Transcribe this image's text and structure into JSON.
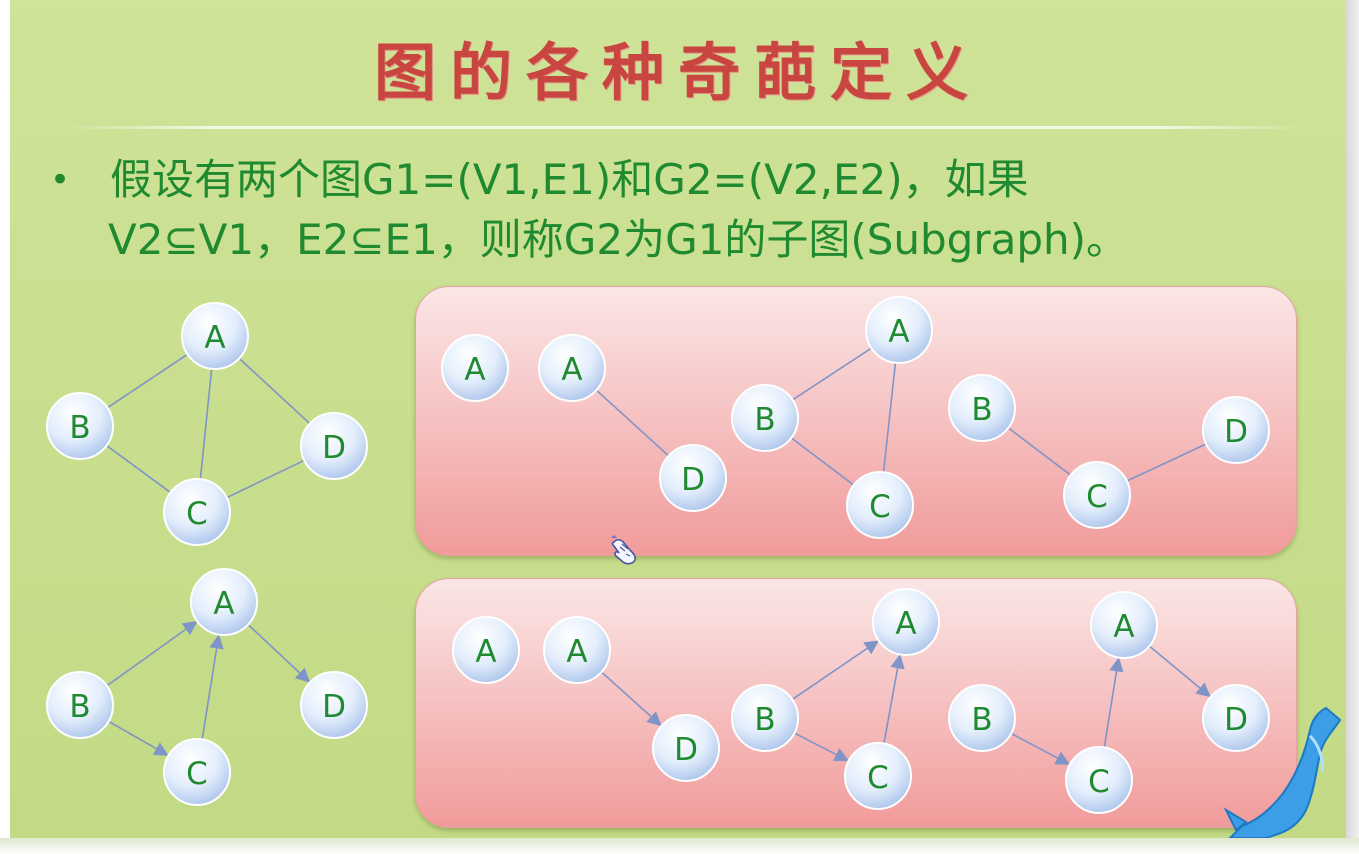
{
  "slide": {
    "title": "图的各种奇葩定义",
    "bullet_line1": "假设有两个图G1=(V1,E1)和G2=(V2,E2)，如果",
    "bullet_line2": "V2⊆V1，E2⊆E1，则称G2为G1的子图(Subgraph)。",
    "bullet_marker": "•"
  },
  "colors": {
    "title": "#c8463f",
    "body_text": "#1f8a2f",
    "slide_background": "#c9df8f",
    "panel": "#f4b2b2",
    "node_fill": "#dce9fb",
    "edge": "#7f94c7"
  },
  "node_labels": {
    "A": "A",
    "B": "B",
    "C": "C",
    "D": "D"
  },
  "undirected_graph": {
    "directed": false,
    "nodes": [
      "A",
      "B",
      "C",
      "D"
    ],
    "edges": [
      [
        "A",
        "B"
      ],
      [
        "A",
        "C"
      ],
      [
        "A",
        "D"
      ],
      [
        "B",
        "C"
      ],
      [
        "C",
        "D"
      ]
    ]
  },
  "undirected_subgraphs": [
    {
      "nodes": [
        "A"
      ],
      "edges": []
    },
    {
      "nodes": [
        "A",
        "D"
      ],
      "edges": [
        [
          "A",
          "D"
        ]
      ]
    },
    {
      "nodes": [
        "A",
        "B",
        "C"
      ],
      "edges": [
        [
          "A",
          "B"
        ],
        [
          "A",
          "C"
        ],
        [
          "B",
          "C"
        ]
      ]
    },
    {
      "nodes": [
        "B",
        "C",
        "D"
      ],
      "edges": [
        [
          "B",
          "C"
        ],
        [
          "C",
          "D"
        ]
      ]
    }
  ],
  "directed_graph": {
    "directed": true,
    "nodes": [
      "A",
      "B",
      "C",
      "D"
    ],
    "edges": [
      [
        "B",
        "A"
      ],
      [
        "C",
        "A"
      ],
      [
        "A",
        "D"
      ],
      [
        "B",
        "C"
      ]
    ]
  },
  "directed_subgraphs": [
    {
      "nodes": [
        "A"
      ],
      "edges": []
    },
    {
      "nodes": [
        "A",
        "D"
      ],
      "edges": [
        [
          "A",
          "D"
        ]
      ]
    },
    {
      "nodes": [
        "A",
        "B",
        "C"
      ],
      "edges": [
        [
          "B",
          "A"
        ],
        [
          "C",
          "A"
        ],
        [
          "B",
          "C"
        ]
      ]
    },
    {
      "nodes": [
        "A",
        "B",
        "C",
        "D"
      ],
      "edges": [
        [
          "C",
          "A"
        ],
        [
          "A",
          "D"
        ],
        [
          "B",
          "C"
        ]
      ]
    }
  ],
  "icons": {
    "cursor": "hand-pointer-icon",
    "decoration": "dolphin-icon"
  }
}
